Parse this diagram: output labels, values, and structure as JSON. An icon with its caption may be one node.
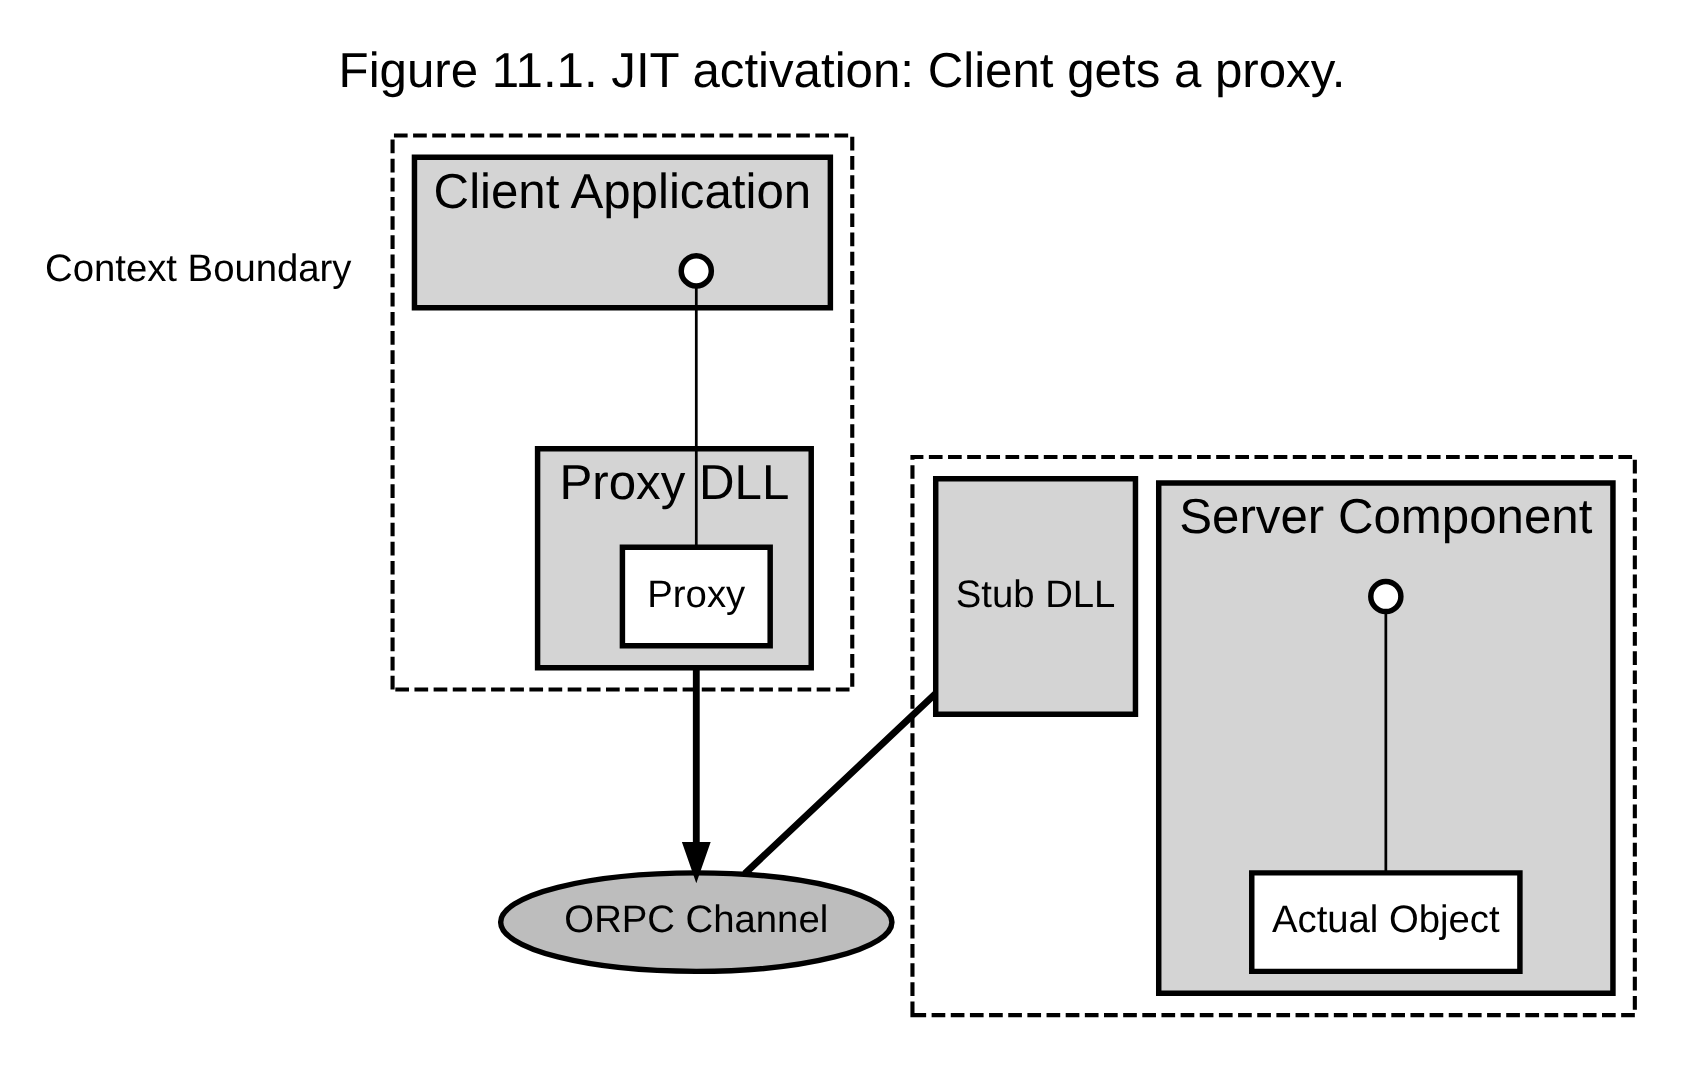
{
  "diagram": {
    "title": "Figure 11.1. JIT activation: Client gets a proxy.",
    "nodes": [
      {
        "text": [],
        "shape": "box"
      },
      {
        "text": [
          "Client Application"
        ],
        "in": 0
      },
      {
        "text": [
          "Proxy DLL"
        ],
        "in": 0
      },
      {
        "text": [],
        "shape": "circle",
        "in": 1
      },
      {
        "text": [
          "Proxy"
        ],
        "in": 2
      },
      {
        "text": [],
        "shape": "box"
      },
      {
        "text": [
          "Stub DLL"
        ],
        "in": 5
      },
      {
        "text": [
          "Server Component"
        ],
        "in": 5
      },
      {
        "text": [],
        "shape": "circle",
        "in": 7
      },
      {
        "text": [
          "Actual Object"
        ],
        "in": 7
      },
      {
        "text": [
          "ORPC Channel"
        ]
      }
    ],
    "edges": [
      {
        "from": 3,
        "to": 4,
        "arrow": "none"
      },
      {
        "from": 8,
        "to": 9,
        "arrow": "none"
      },
      {
        "from": 2,
        "to": 10,
        "arrow": "to",
        "style": "thick"
      },
      {
        "from": 6,
        "to": 10,
        "arrow": "none",
        "style": "thick"
      }
    ],
    "labels": [
      "Context Boundary"
    ]
  }
}
